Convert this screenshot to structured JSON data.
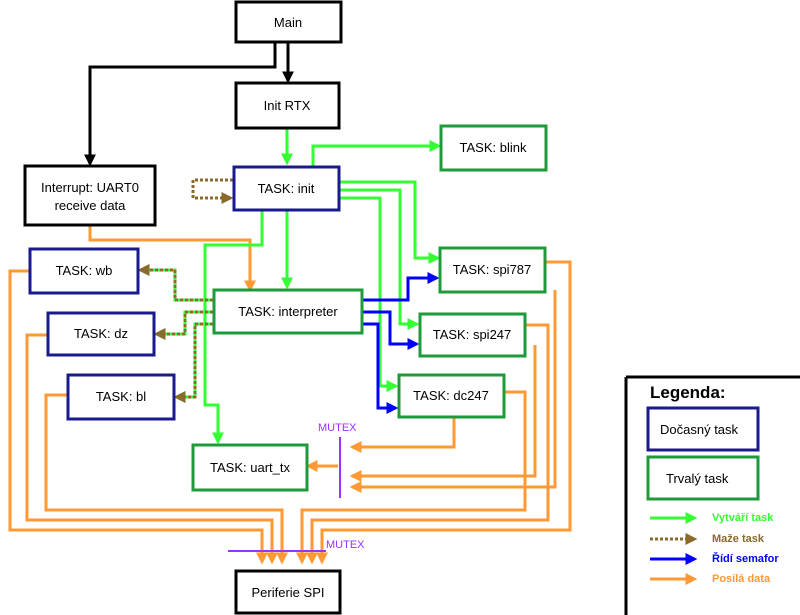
{
  "colors": {
    "black": "#000000",
    "temporary_task_border": "#1a1a8c",
    "permanent_task_border": "#1f9a3a",
    "creates": "#33ff33",
    "deletes": "#8b6a2b",
    "semaphore": "#0000ff",
    "data": "#ff9933",
    "mutex": "#9933ff"
  },
  "nodes": {
    "main": "Main",
    "init_rtx": "Init RTX",
    "interrupt_line1": "Interrupt: UART0",
    "interrupt_line2": "receive data",
    "task_init": "TASK: init",
    "task_blink": "TASK: blink",
    "task_wb": "TASK: wb",
    "task_interpreter": "TASK: interpreter",
    "task_spi787": "TASK: spi787",
    "task_dz": "TASK: dz",
    "task_spi247": "TASK: spi247",
    "task_bl": "TASK: bl",
    "task_dc247": "TASK: dc247",
    "task_uart_tx": "TASK: uart_tx",
    "periferie_spi": "Periferie SPI"
  },
  "mutex_labels": {
    "upper": "MUTEX",
    "lower": "MUTEX"
  },
  "legend": {
    "title": "Legenda:",
    "temporary_task": "Dočasný task",
    "permanent_task": "Trvalý task",
    "creates": "Vytváří task",
    "deletes": "Maže task",
    "semaphore": "Řídí semafor",
    "sends_data": "Posílá data"
  }
}
